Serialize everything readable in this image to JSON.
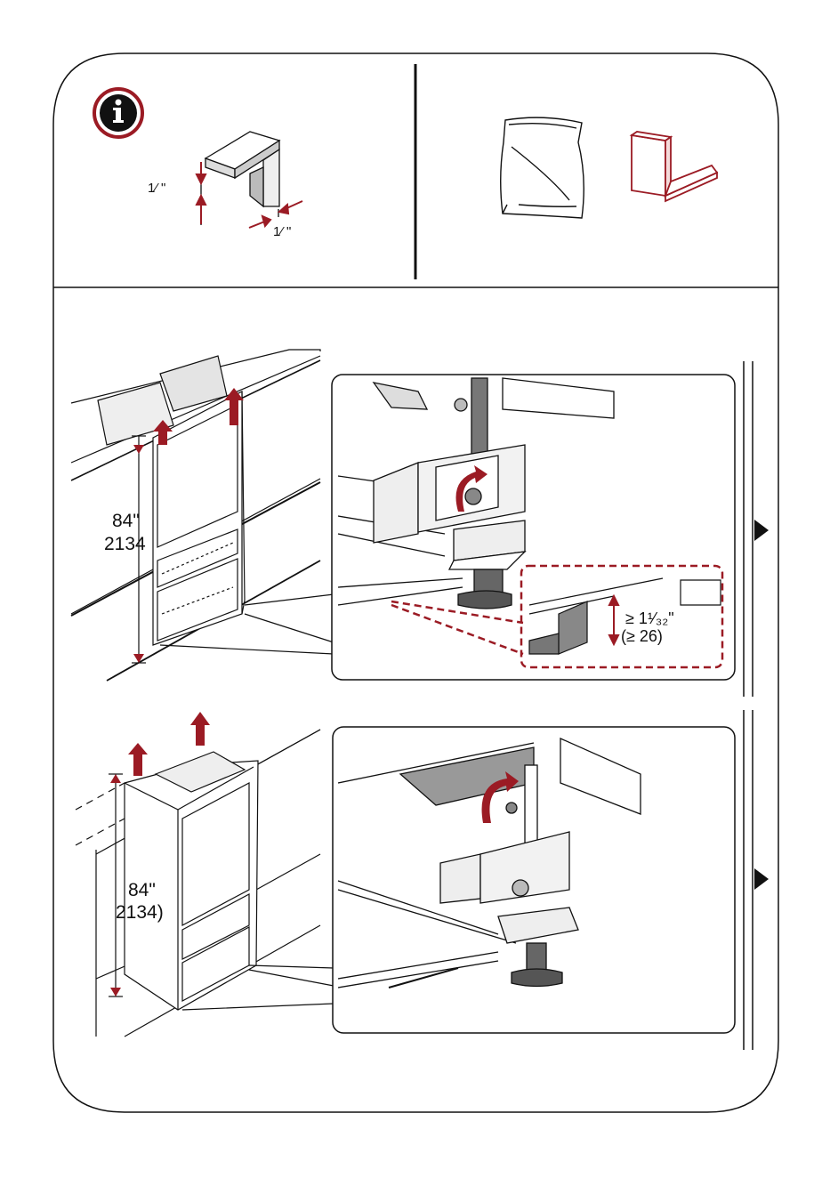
{
  "top": {
    "info_icon": "info-icon",
    "dim_left": "1⁄ \"",
    "dim_bottom": "1⁄ \""
  },
  "step1": {
    "height_in": "84\"",
    "height_mm": "2134",
    "gap_in": "≥ 1¹⁄₃₂\"",
    "gap_mm": "(≥ 26)",
    "next_icon": "play-arrow-icon"
  },
  "step2": {
    "height_in": "84\"",
    "height_mm": "2134)",
    "next_icon": "play-arrow-icon"
  },
  "colors": {
    "accent": "#9b1b24",
    "line": "#111111",
    "fill": "#f2f2f2"
  }
}
